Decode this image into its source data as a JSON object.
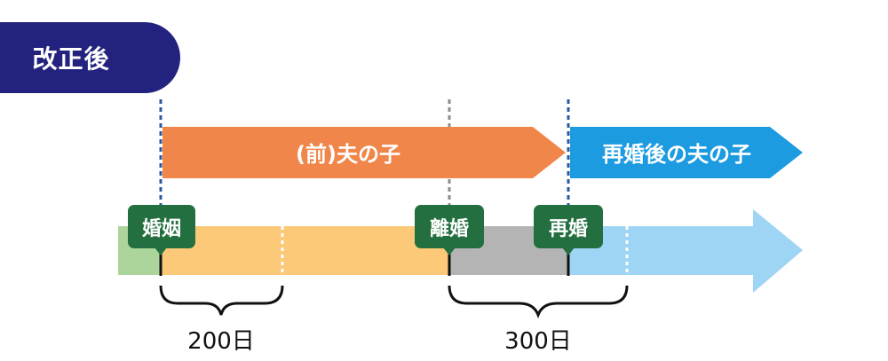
{
  "header": {
    "label": "改正後"
  },
  "arrows": {
    "former_husband_child": "(前)夫の子",
    "new_husband_child": "再婚後の夫の子"
  },
  "events": {
    "marriage": "婚姻",
    "divorce": "離婚",
    "remarriage": "再婚"
  },
  "durations": {
    "after_marriage": "200日",
    "after_divorce": "300日"
  },
  "colors": {
    "header_bg": "#23227f",
    "orange_arrow": "#f0864a",
    "blue_arrow": "#1c9be0",
    "green_segment": "#acd59b",
    "yellow_segment": "#fbc978",
    "gray_segment": "#b4b4b4",
    "lightblue_segment": "#9ed4f4",
    "tag_bg": "#236f3f",
    "dashed_line": "#2b5a9c"
  }
}
